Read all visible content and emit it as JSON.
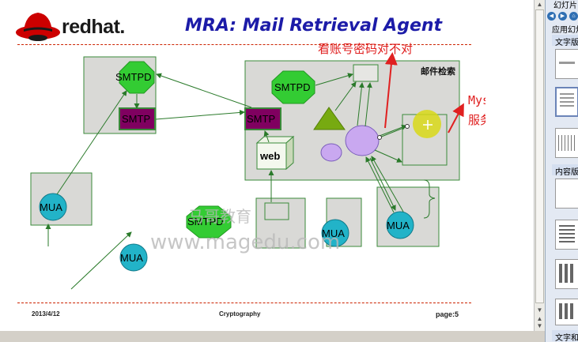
{
  "slide": {
    "brand": "redhat.",
    "title": "MRA: Mail Retrieval Agent",
    "footer_date": "2013/4/12",
    "footer_center": "Cryptography",
    "footer_page": "page:5",
    "watermark": "www.magedu.com",
    "watermark_cn": "马哥教育"
  },
  "diagram": {
    "smtpd_left": "SMTPD",
    "smtp_left": "SMTP",
    "smtpd_center": "SMTPD",
    "smtp_center": "SMTP",
    "web": "web",
    "smtpd_bottom": "SMTPD",
    "mua_left": "MUA",
    "mua_bottom_left": "MUA",
    "mua_bottom_mid": "MUA",
    "mua_bottom_right": "MUA",
    "label_mail_search": "邮件检索",
    "annotation_password": "看账号密码对不对",
    "annotation_mysql_1": "Mysql",
    "annotation_mysql_2": "服务器"
  },
  "pane": {
    "header": "幻灯片",
    "apply_label": "应用幻灯",
    "section_text_layout": "文字版式",
    "section_content_layout": "内容版式",
    "section_text_content": "文字和"
  },
  "colors": {
    "title_blue": "#1c1ba8",
    "hexagon_green": "#33cc33",
    "smtp_purple": "#800060",
    "mua_teal": "#22b3c8",
    "arrow_green": "#2a7a2a",
    "box_gray": "#d9d9d6",
    "annotation_red": "#e02020"
  }
}
